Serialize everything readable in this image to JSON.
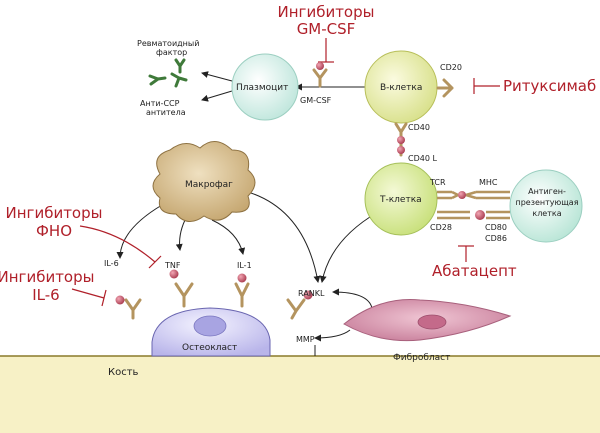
{
  "cells": {
    "plasma": "Плазмоцит",
    "bcell": "В-клетка",
    "tcell": "Т-клетка",
    "apc": [
      "Антиген-",
      "презентующая",
      "клетка"
    ],
    "macrophage": "Макрофаг",
    "osteoclast": "Остеокласт",
    "fibroblast": "Фибробласт",
    "bone": "Кость"
  },
  "molecules": {
    "rf": [
      "Ревматоидный",
      "фактор"
    ],
    "accp": [
      "Анти-ССР",
      "антитела"
    ],
    "gmcsf": "GM-CSF",
    "cd20": "CD20",
    "cd40": "CD40",
    "cd40l": "CD40 L",
    "tcr": "TCR",
    "mhc": "MHC",
    "cd28": "CD28",
    "cd80": "CD80",
    "cd86": "CD86",
    "il6": "IL-6",
    "tnf": "TNF",
    "il1": "IL-1",
    "rankl": "RANKL",
    "mmp": "MMP"
  },
  "drugs": {
    "gmcsf_inhib": [
      "Ингибиторы",
      "GM-CSF"
    ],
    "rituximab": "Ритуксимаб",
    "tnf_inhib": [
      "Ингибиторы",
      "ФНО"
    ],
    "il6_inhib": [
      "Ингибиторы",
      "IL-6"
    ],
    "abatacept": "Абатацепт"
  },
  "colors": {
    "drug_red": "#b0202a",
    "plasma_fill": "#dff3ee",
    "bcell_fill": "#e9eda8",
    "tcell_fill": "#dfef9c",
    "apc_fill": "#d9f2ea",
    "macrophage_fill": "#dac39a",
    "osteoclast_fill": "#d9d7f4",
    "fibroblast_fill": "#d99bb2",
    "bone_fill": "#f7f1c6",
    "antibody_green": "#3f7a3a",
    "receptor_tan": "#b4945f",
    "ligand_red": "#a83a4e"
  }
}
